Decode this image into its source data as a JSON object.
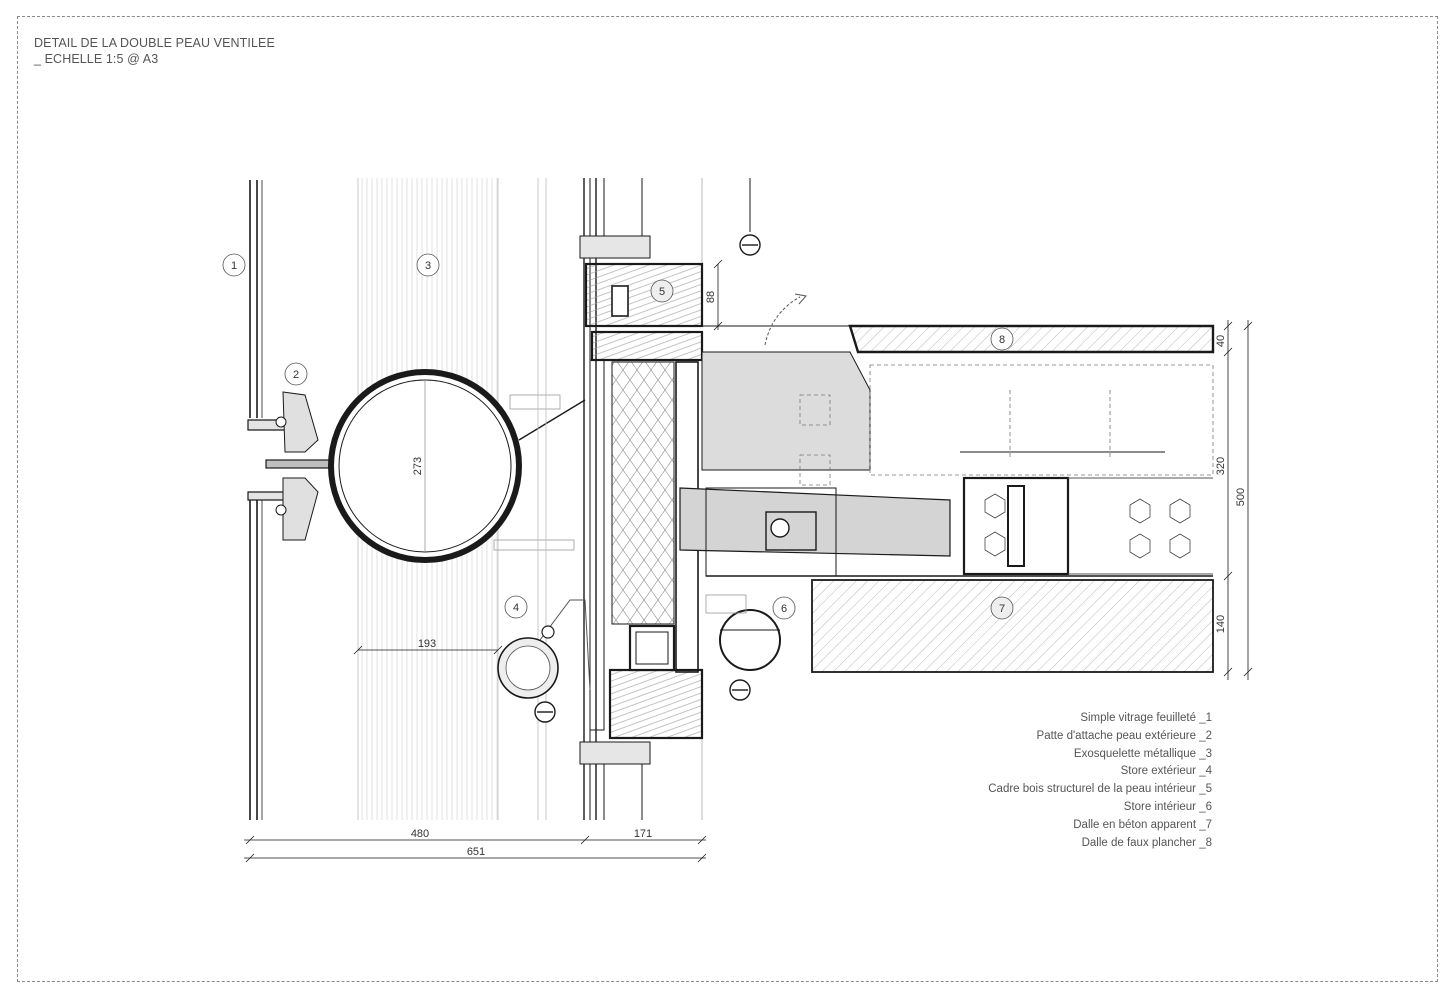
{
  "title": {
    "line1": "DETAIL DE LA DOUBLE PEAU VENTILEE",
    "line2": "_ ECHELLE 1:5 @ A3"
  },
  "callouts": [
    "1",
    "2",
    "3",
    "4",
    "5",
    "6",
    "7",
    "8"
  ],
  "dimensions": {
    "tube_diameter": "273",
    "blind_offset": "193",
    "outer_to_glass": "480",
    "glass_to_slab": "171",
    "total_depth": "651",
    "frame_height": "88",
    "raised_floor": "40",
    "beam_depth": "320",
    "overall_floor": "500",
    "slab_thickness": "140"
  },
  "legend": [
    "Simple vitrage feuilleté _1",
    "Patte d'attache peau extérieure _2",
    "Exosquelette métallique _3",
    "Store extérieur _4",
    "Cadre bois structurel de la peau intérieur _5",
    "Store intérieur _6",
    "Dalle en béton apparent _7",
    "Dalle de faux plancher _8"
  ],
  "colors": {
    "line": "#1a1a1a",
    "light_line": "#9a9a9a",
    "fill_grey": "#d9d9d9",
    "hatch": "#b5b5b5"
  }
}
